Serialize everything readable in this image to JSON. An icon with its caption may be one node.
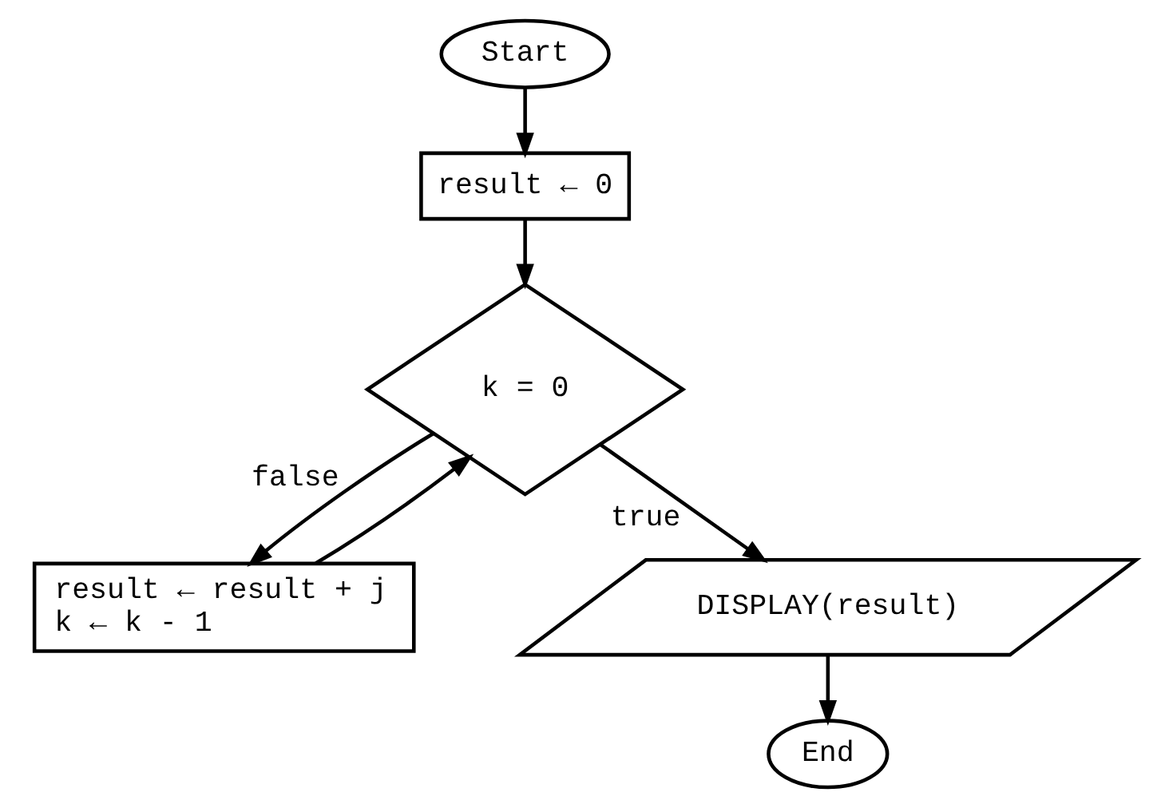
{
  "diagram": {
    "nodes": [
      {
        "text": [
          "Start"
        ]
      },
      {
        "text": [
          "result ← 0"
        ]
      },
      {
        "text": [
          "k = 0"
        ]
      },
      {
        "text": [
          "result ← result + j",
          "k ← k - 1"
        ]
      },
      {
        "text": [
          "DISPLAY(result)"
        ]
      },
      {
        "text": [
          "End"
        ]
      }
    ],
    "edges": [
      {
        "from": 0,
        "to": 1,
        "arrow": "to"
      },
      {
        "from": 1,
        "to": 2,
        "arrow": "to"
      },
      {
        "from": 2,
        "to": 4,
        "arrow": "to",
        "label": "true"
      },
      {
        "from": 2,
        "to": 3,
        "arrow": "to",
        "label": "false"
      },
      {
        "from": 3,
        "to": 2,
        "arrow": "to"
      },
      {
        "from": 4,
        "to": 5,
        "arrow": "to"
      }
    ]
  }
}
